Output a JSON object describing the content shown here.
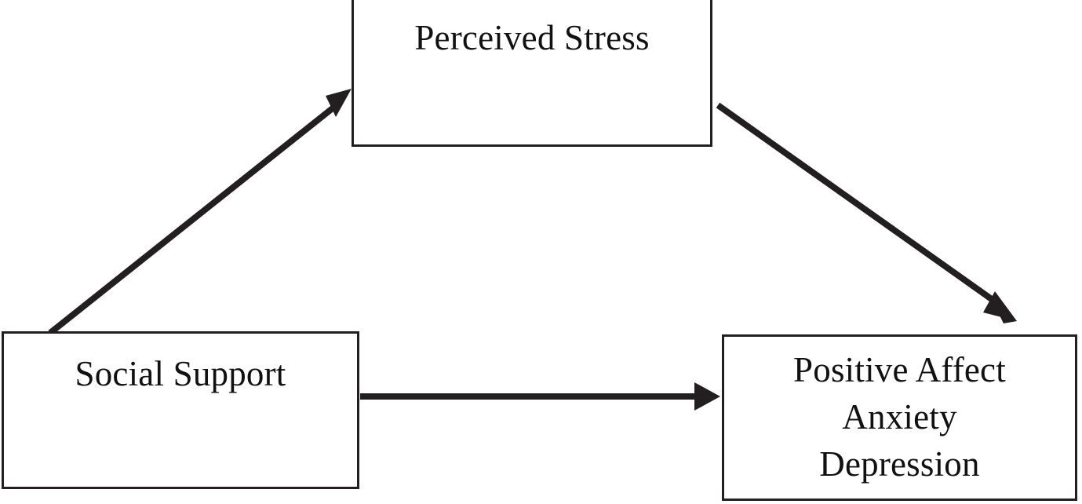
{
  "figure": {
    "type": "path-model-diagram",
    "description": "Mediation model diagram",
    "background_color": "#ffffff",
    "line_color": "#231f20",
    "text_color": "#111111"
  },
  "nodes": [
    {
      "id": "social-support",
      "label": "Social Support",
      "role": "predictor",
      "position": "bottom-left"
    },
    {
      "id": "perceived-stress",
      "label": "Perceived Stress",
      "role": "mediator",
      "position": "top-center"
    },
    {
      "id": "outcomes",
      "label": "Positive Affect\nAnxiety\nDepression",
      "lines": [
        "Positive Affect",
        "Anxiety",
        "Depression"
      ],
      "role": "outcomes",
      "position": "bottom-right"
    }
  ],
  "arrows": [
    {
      "id": "social-support-to-perceived-stress",
      "from": "social-support",
      "to": "perceived-stress",
      "direction": "up-right",
      "label": ""
    },
    {
      "id": "perceived-stress-to-outcomes",
      "from": "perceived-stress",
      "to": "outcomes",
      "direction": "down-right",
      "label": ""
    },
    {
      "id": "social-support-to-outcomes",
      "from": "social-support",
      "to": "outcomes",
      "direction": "right",
      "label": ""
    }
  ]
}
